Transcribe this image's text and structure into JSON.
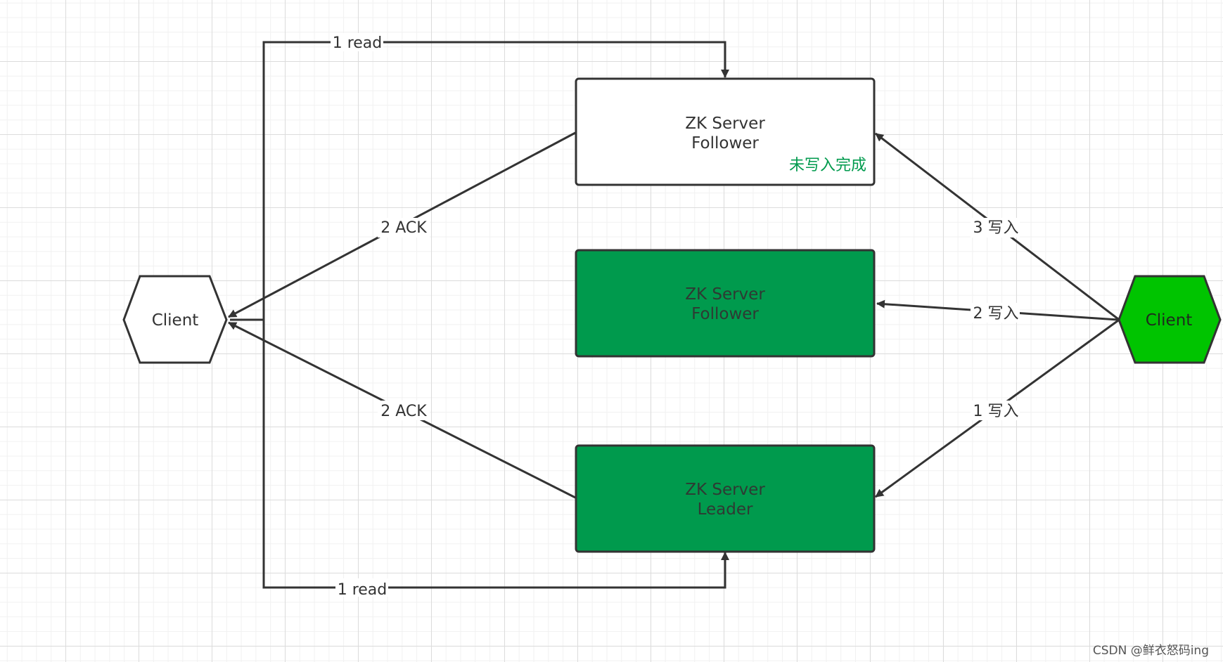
{
  "colors": {
    "server_fill": "#009a4d",
    "server_text": "#2e3a33",
    "server_plain_fill": "#ffffff",
    "stroke": "#333333",
    "client_right_fill": "#00c400",
    "note": "#009a4d"
  },
  "nodes": {
    "follower_top": {
      "line1": "ZK Server",
      "line2": "Follower",
      "note": "未写入完成"
    },
    "follower_mid": {
      "line1": "ZK Server",
      "line2": "Follower"
    },
    "leader": {
      "line1": "ZK Server",
      "line2": "Leader"
    },
    "client_left": {
      "label": "Client"
    },
    "client_right": {
      "label": "Client"
    }
  },
  "edges": {
    "read_top": "1 read",
    "read_bottom": "1 read",
    "ack_top": "2 ACK",
    "ack_bottom": "2 ACK",
    "write_1": "1 写入",
    "write_2": "2 写入",
    "write_3": "3 写入"
  },
  "watermark": "CSDN @鲜衣怒码ing"
}
